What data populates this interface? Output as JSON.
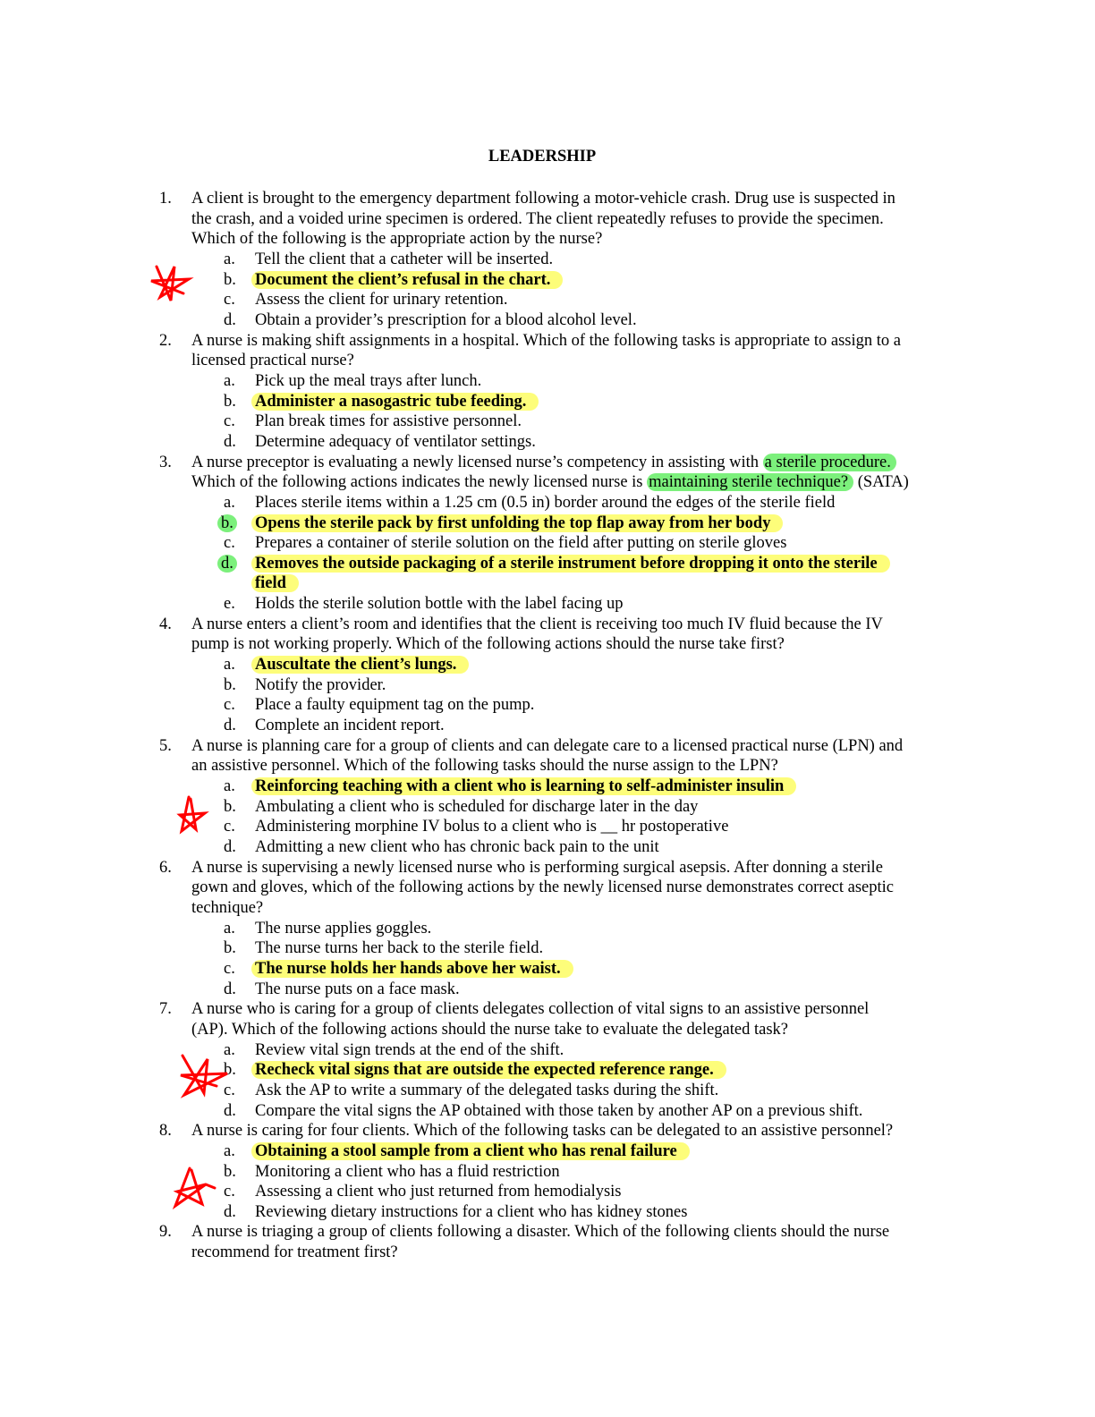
{
  "title": "LEADERSHIP",
  "colors": {
    "highlight_yellow": "#fdfd7a",
    "highlight_green": "#7cf07c",
    "annotation_red": "#ff0000"
  },
  "questions": [
    {
      "number": "1.",
      "lines": [
        "A client is brought to the emergency department following a motor-vehicle crash. Drug use is suspected in",
        "the crash, and a voided urine specimen is ordered. The client repeatedly refuses to provide the specimen.",
        "Which of the following is the appropriate action by the nurse?"
      ],
      "options": [
        {
          "letter": "a.",
          "lines": [
            "Tell the client that a catheter will be inserted."
          ]
        },
        {
          "letter": "b.",
          "lines": [
            "Document the client’s refusal in the chart."
          ],
          "answer": true
        },
        {
          "letter": "c.",
          "lines": [
            "Assess the client for urinary retention."
          ]
        },
        {
          "letter": "d.",
          "lines": [
            "Obtain a provider’s prescription for a blood alcohol level."
          ]
        }
      ]
    },
    {
      "number": "2.",
      "lines": [
        "A nurse is making shift assignments in a hospital. Which of the following tasks is appropriate to assign to a",
        "licensed practical nurse?"
      ],
      "options": [
        {
          "letter": "a.",
          "lines": [
            "Pick up the meal trays after lunch."
          ]
        },
        {
          "letter": "b.",
          "lines": [
            "Administer a nasogastric tube feeding."
          ],
          "answer": true
        },
        {
          "letter": "c.",
          "lines": [
            "Plan break times for assistive personnel."
          ]
        },
        {
          "letter": "d.",
          "lines": [
            "Determine adequacy of ventilator settings."
          ]
        }
      ]
    },
    {
      "number": "3.",
      "lines": [
        [
          {
            "t": "A nurse preceptor is evaluating a newly licensed nurse’s competency in assisting with "
          },
          {
            "t": "a sterile procedure.",
            "green": true
          }
        ],
        [
          {
            "t": "Which of the following actions indicates the newly licensed nurse is "
          },
          {
            "t": "maintaining sterile technique?",
            "green": true
          },
          {
            "t": " (SATA)"
          }
        ]
      ],
      "options": [
        {
          "letter": "a.",
          "lines": [
            "Places sterile items within a 1.25 cm (0.5 in) border around the edges of the sterile field"
          ]
        },
        {
          "letter": "b.",
          "lines": [
            "Opens the sterile pack by first unfolding the top flap away from her body"
          ],
          "answer": true,
          "circled": true
        },
        {
          "letter": "c.",
          "lines": [
            "Prepares a container of sterile solution on the field after putting on sterile gloves"
          ]
        },
        {
          "letter": "d.",
          "lines": [
            "Removes the outside packaging of a sterile instrument before dropping it onto the sterile",
            "field"
          ],
          "answer": true,
          "circled": true
        },
        {
          "letter": "e.",
          "lines": [
            "Holds the sterile solution bottle with the label facing up"
          ]
        }
      ]
    },
    {
      "number": "4.",
      "lines": [
        "A nurse enters a client’s room and identifies that the client is receiving too much IV fluid because the IV",
        "pump is not working properly. Which of the following actions should the nurse take first?"
      ],
      "options": [
        {
          "letter": "a.",
          "lines": [
            "Auscultate the client’s lungs."
          ],
          "answer": true
        },
        {
          "letter": "b.",
          "lines": [
            "Notify the provider."
          ]
        },
        {
          "letter": "c.",
          "lines": [
            "Place a faulty equipment tag on the pump."
          ]
        },
        {
          "letter": "d.",
          "lines": [
            "Complete an incident report."
          ]
        }
      ]
    },
    {
      "number": "5.",
      "lines": [
        "A nurse is planning care for a group of clients and can delegate care to a licensed practical nurse (LPN) and",
        "an assistive personnel. Which of the following tasks should the nurse assign to the LPN?"
      ],
      "options": [
        {
          "letter": "a.",
          "lines": [
            "Reinforcing teaching with a client who is learning to self-administer insulin"
          ],
          "answer": true
        },
        {
          "letter": "b.",
          "lines": [
            "Ambulating a client who is scheduled for discharge later in the day"
          ]
        },
        {
          "letter": "c.",
          "lines": [
            "Administering morphine IV bolus to a client who is __ hr postoperative"
          ]
        },
        {
          "letter": "d.",
          "lines": [
            "Admitting a new client who has chronic back pain to the unit"
          ]
        }
      ]
    },
    {
      "number": "6.",
      "lines": [
        "A nurse is supervising a newly licensed nurse who is performing surgical asepsis. After donning a sterile",
        "gown and gloves, which of the following actions by the newly licensed nurse demonstrates correct aseptic",
        "technique?"
      ],
      "options": [
        {
          "letter": "a.",
          "lines": [
            "The nurse applies goggles."
          ]
        },
        {
          "letter": "b.",
          "lines": [
            "The nurse turns her back to the sterile field."
          ]
        },
        {
          "letter": "c.",
          "lines": [
            "The nurse holds her hands above her waist."
          ],
          "answer": true
        },
        {
          "letter": "d.",
          "lines": [
            "The nurse puts on a face mask."
          ]
        }
      ]
    },
    {
      "number": "7.",
      "lines": [
        "A nurse who is caring for a group of clients delegates collection of vital signs to an assistive personnel",
        "(AP). Which of the following actions should the nurse take to evaluate the delegated task?"
      ],
      "options": [
        {
          "letter": "a.",
          "lines": [
            "Review vital sign trends at the end of the shift."
          ]
        },
        {
          "letter": "b.",
          "lines": [
            "Recheck vital signs that are outside the expected reference range."
          ],
          "answer": true
        },
        {
          "letter": "c.",
          "lines": [
            "Ask the AP to write a summary of the delegated tasks during the shift."
          ]
        },
        {
          "letter": "d.",
          "lines": [
            "Compare the vital signs the AP obtained with those taken by another AP on a previous shift."
          ]
        }
      ]
    },
    {
      "number": "8.",
      "lines": [
        "A nurse is caring for four clients. Which of the following tasks can be delegated to an assistive personnel?"
      ],
      "options": [
        {
          "letter": "a.",
          "lines": [
            "Obtaining a stool sample from a client who has renal failure"
          ],
          "answer": true
        },
        {
          "letter": "b.",
          "lines": [
            "Monitoring a client who has a fluid restriction"
          ]
        },
        {
          "letter": "c.",
          "lines": [
            "Assessing a client who just returned from hemodialysis"
          ]
        },
        {
          "letter": "d.",
          "lines": [
            "Reviewing dietary instructions for a client who has kidney stones"
          ]
        }
      ]
    },
    {
      "number": "9.",
      "lines": [
        "A nurse is triaging a group of clients following a disaster. Which of the following clients should the nurse",
        "recommend for treatment first?"
      ],
      "options": []
    }
  ]
}
